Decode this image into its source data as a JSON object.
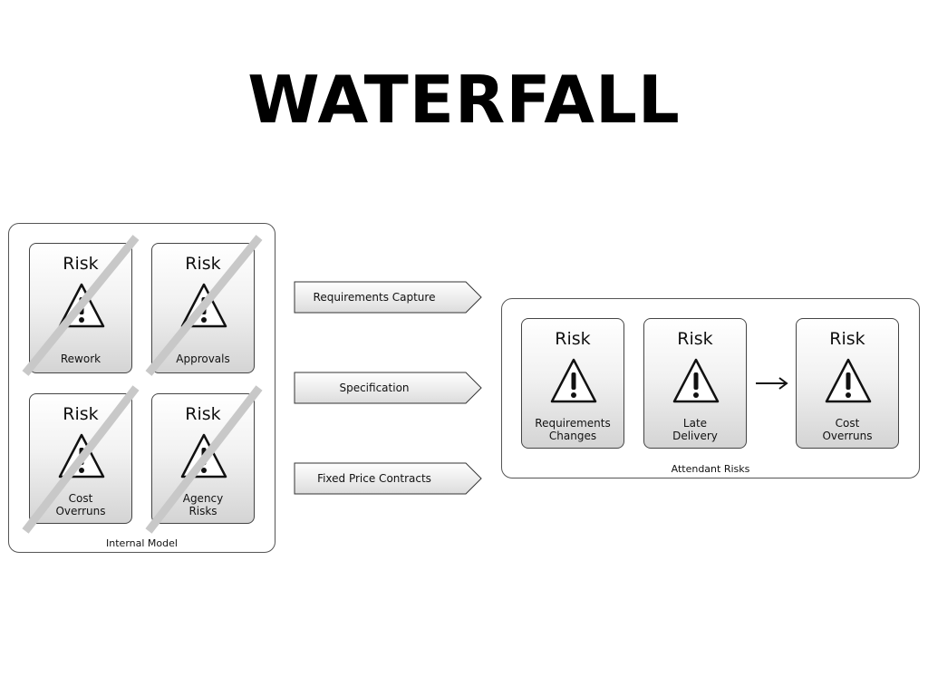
{
  "title": "WATERFALL",
  "internal_model": {
    "caption": "Internal Model",
    "cards": [
      {
        "heading": "Risk",
        "label_lines": [
          "Rework"
        ],
        "icon": "warning-triangle-icon",
        "struck_out": true
      },
      {
        "heading": "Risk",
        "label_lines": [
          "Approvals"
        ],
        "icon": "warning-triangle-icon",
        "struck_out": true
      },
      {
        "heading": "Risk",
        "label_lines": [
          "Cost",
          "Overruns"
        ],
        "icon": "warning-triangle-icon",
        "struck_out": true
      },
      {
        "heading": "Risk",
        "label_lines": [
          "Agency",
          "Risks"
        ],
        "icon": "warning-triangle-icon",
        "struck_out": true
      }
    ]
  },
  "process_steps": [
    {
      "label": "Requirements Capture"
    },
    {
      "label": "Specification"
    },
    {
      "label": "Fixed Price Contracts"
    }
  ],
  "attendant_risks": {
    "caption": "Attendant Risks",
    "cards": [
      {
        "heading": "Risk",
        "label_lines": [
          "Requirements",
          "Changes"
        ],
        "icon": "warning-triangle-icon"
      },
      {
        "heading": "Risk",
        "label_lines": [
          "Late",
          "Delivery"
        ],
        "icon": "warning-triangle-icon"
      },
      {
        "heading": "Risk",
        "label_lines": [
          "Cost",
          "Overruns"
        ],
        "icon": "warning-triangle-icon"
      }
    ],
    "connector_icon": "right-arrow-icon"
  },
  "colors": {
    "strike_line": "#c8c8c8",
    "border": "#444444",
    "card_gradient_end": "#d4d4d4"
  }
}
